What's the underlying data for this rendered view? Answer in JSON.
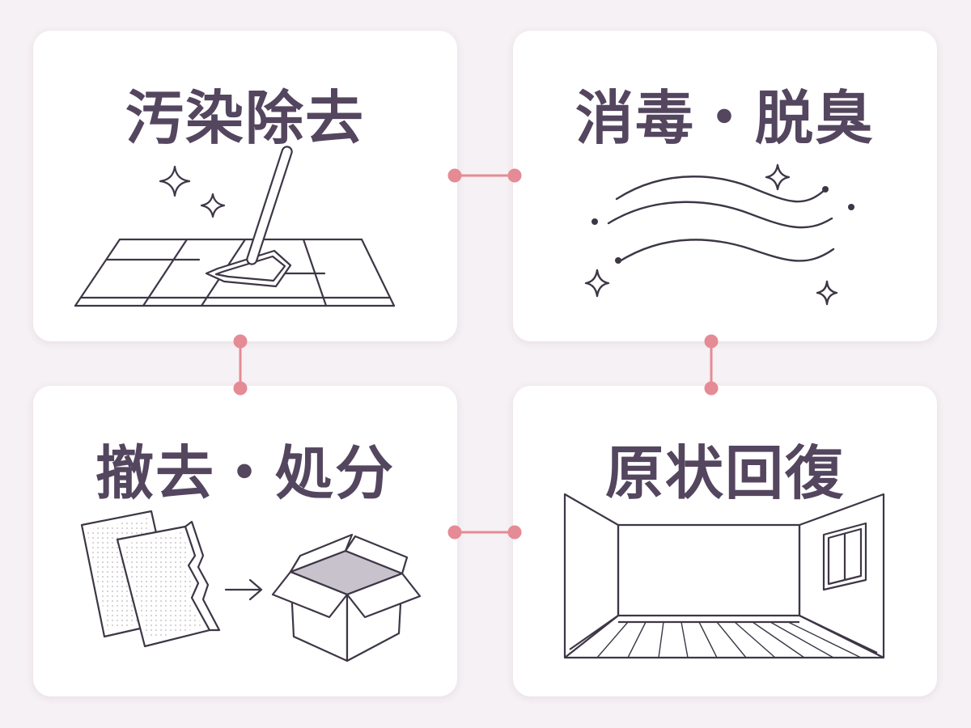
{
  "steps": [
    {
      "title": "汚染除去",
      "icon": "mop-floor-icon"
    },
    {
      "title": "消毒・脱臭",
      "icon": "airflow-deodorize-icon"
    },
    {
      "title": "撤去・処分",
      "icon": "remove-dispose-icon"
    },
    {
      "title": "原状回復",
      "icon": "empty-room-icon"
    }
  ],
  "colors": {
    "background": "#f6f1f4",
    "card": "#ffffff",
    "text": "#54465f",
    "line": "#3e3646",
    "connector": "#e58b95"
  }
}
